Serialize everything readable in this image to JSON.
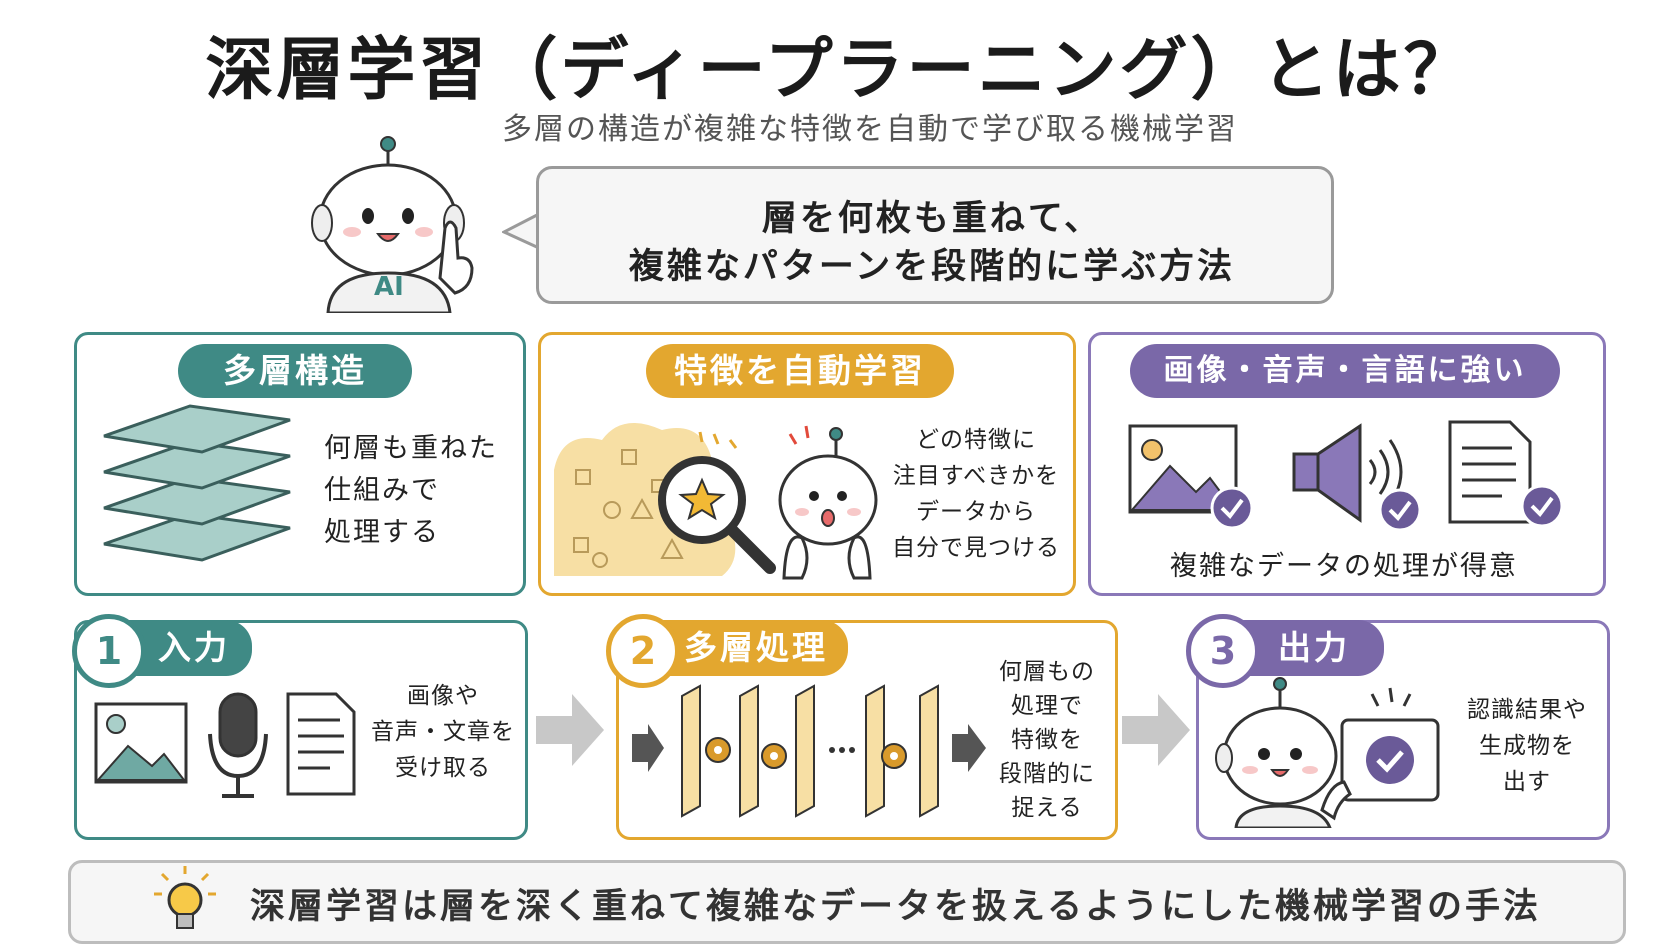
{
  "title": "深層学習（ディープラーニング）とは？",
  "subtitle": "多層の構造が複雑な特徴を自動で学び取る機械学習",
  "robot_label": "AI",
  "speech": {
    "line1": "層を何枚も重ねて、",
    "line2": "複雑なパターンを段階的に学ぶ方法"
  },
  "features": [
    {
      "label": "多層構造",
      "lines": [
        "何層も重ねた",
        "仕組みで",
        "処理する"
      ]
    },
    {
      "label": "特徴を自動学習",
      "lines": [
        "どの特徴に",
        "注目すべきかを",
        "データから",
        "自分で見つける"
      ]
    },
    {
      "label": "画像・音声・言語に強い",
      "caption": "複雑なデータの処理が得意"
    }
  ],
  "steps": [
    {
      "number": "1",
      "label": "入力",
      "lines": [
        "画像や",
        "音声・文章を",
        "受け取る"
      ]
    },
    {
      "number": "2",
      "label": "多層処理",
      "lines": [
        "何層もの",
        "処理で",
        "特徴を",
        "段階的に",
        "捉える"
      ]
    },
    {
      "number": "3",
      "label": "出力",
      "lines": [
        "認識結果や",
        "生成物を",
        "出す"
      ]
    }
  ],
  "footer": "深層学習は層を深く重ねて複雑なデータを扱えるようにした機械学習の手法",
  "colors": {
    "teal": "#3f8a85",
    "gold": "#e3a72f",
    "purple": "#7a68a8",
    "gray": "#9a9a9a"
  }
}
